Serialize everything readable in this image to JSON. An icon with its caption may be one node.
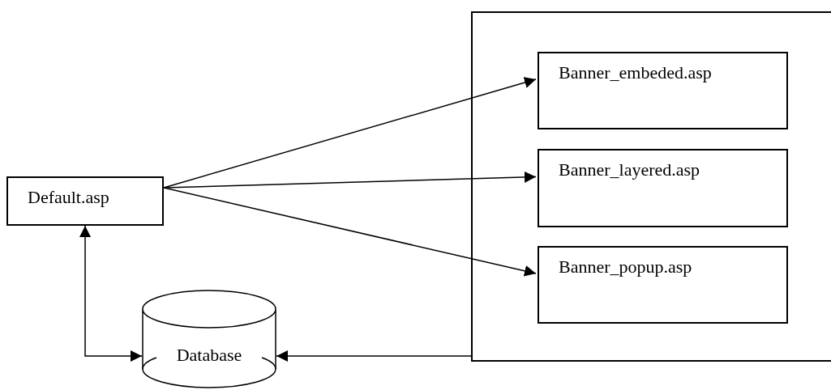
{
  "diagram": {
    "nodes": [
      {
        "text": [
          "Default.asp"
        ]
      },
      {
        "text": [],
        "shape": "box"
      },
      {
        "text": [
          "Banner_embeded.asp"
        ],
        "in": 1
      },
      {
        "text": [
          "Banner_layered.asp"
        ],
        "in": 1
      },
      {
        "text": [
          "Banner_popup.asp"
        ],
        "in": 1
      },
      {
        "text": [
          "Database"
        ]
      }
    ],
    "edges": [
      {
        "from": 0,
        "to": 2,
        "arrow": "to"
      },
      {
        "from": 0,
        "to": 3,
        "arrow": "to"
      },
      {
        "from": 0,
        "to": 4,
        "arrow": "to"
      },
      {
        "from": 0,
        "to": 5,
        "arrow": "both"
      },
      {
        "from": 1,
        "to": 5,
        "arrow": "to"
      }
    ]
  }
}
